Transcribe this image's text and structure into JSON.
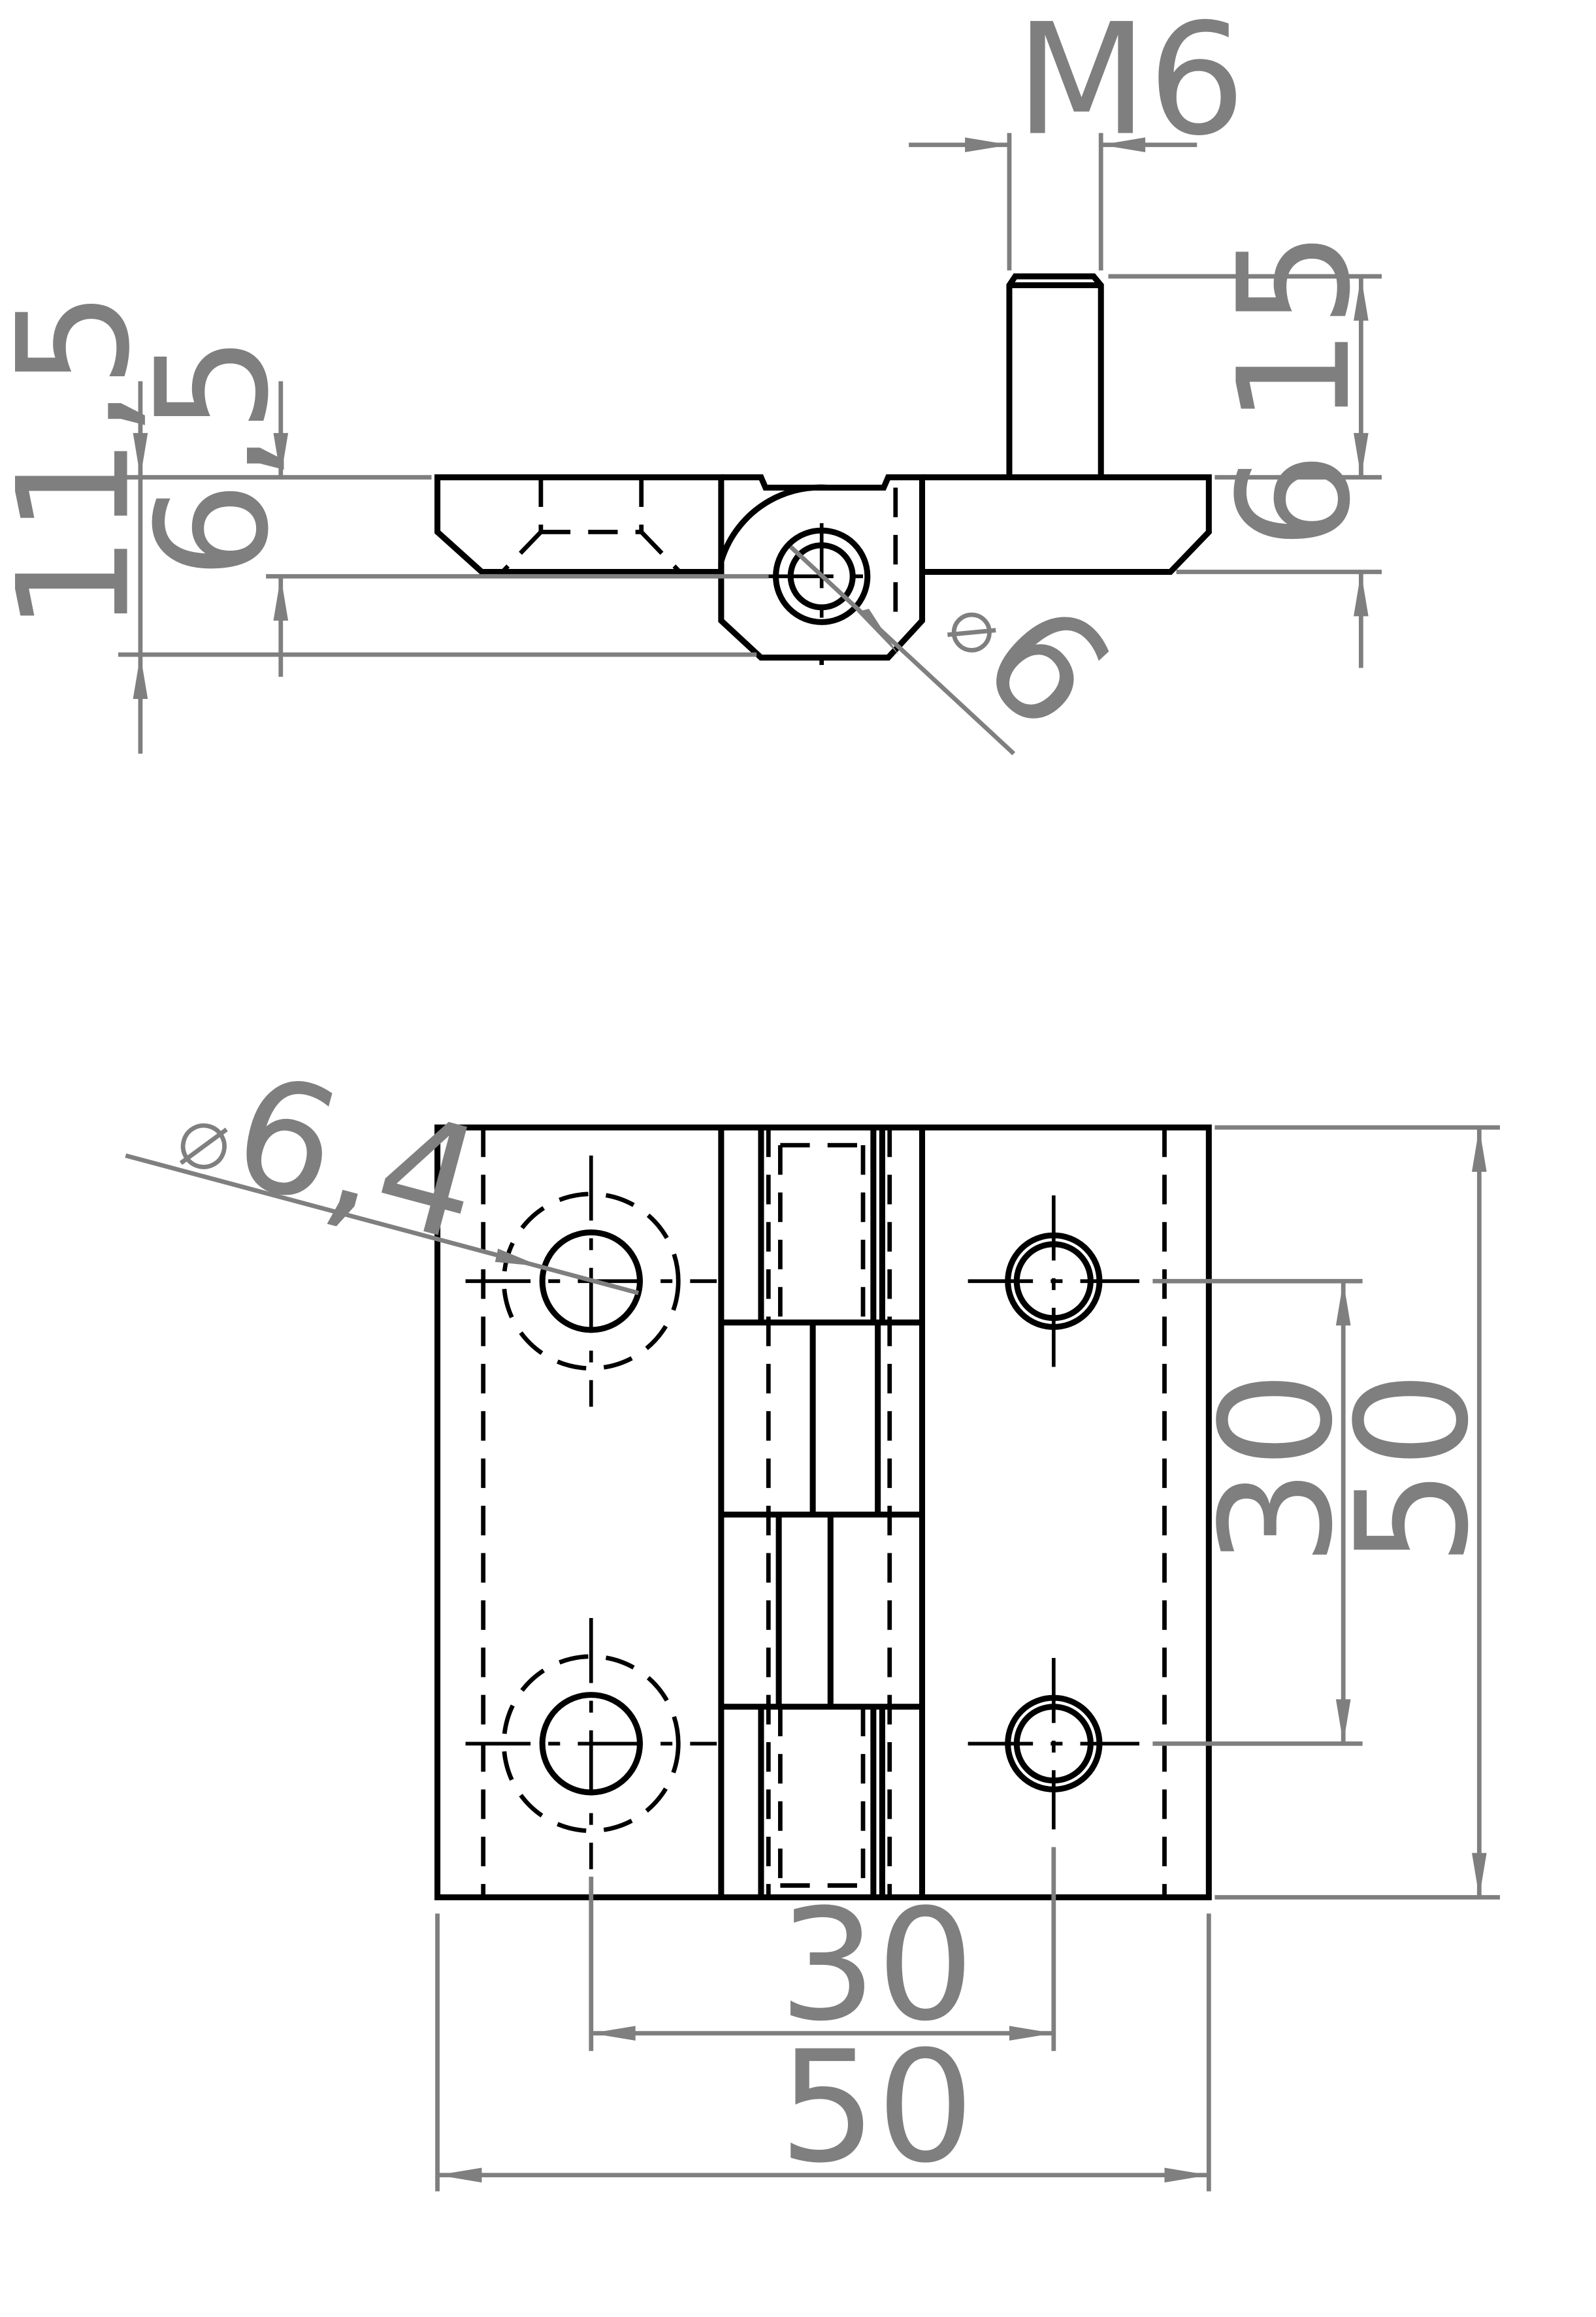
{
  "colors": {
    "background": "#ffffff",
    "object_line": "#000000",
    "dimension_line": "#7f7f7f"
  },
  "top_view": {
    "dim_m6": "M6",
    "dim_15": "15",
    "dim_6": "6",
    "dim_11_5": "11,5",
    "dim_6_5": "6,5",
    "dim_dia_6": "6"
  },
  "front_view": {
    "dim_dia_6_4": "6,4",
    "dim_30_vertical": "30",
    "dim_50_vertical": "50",
    "dim_30_horizontal": "30",
    "dim_50_horizontal": "50"
  }
}
